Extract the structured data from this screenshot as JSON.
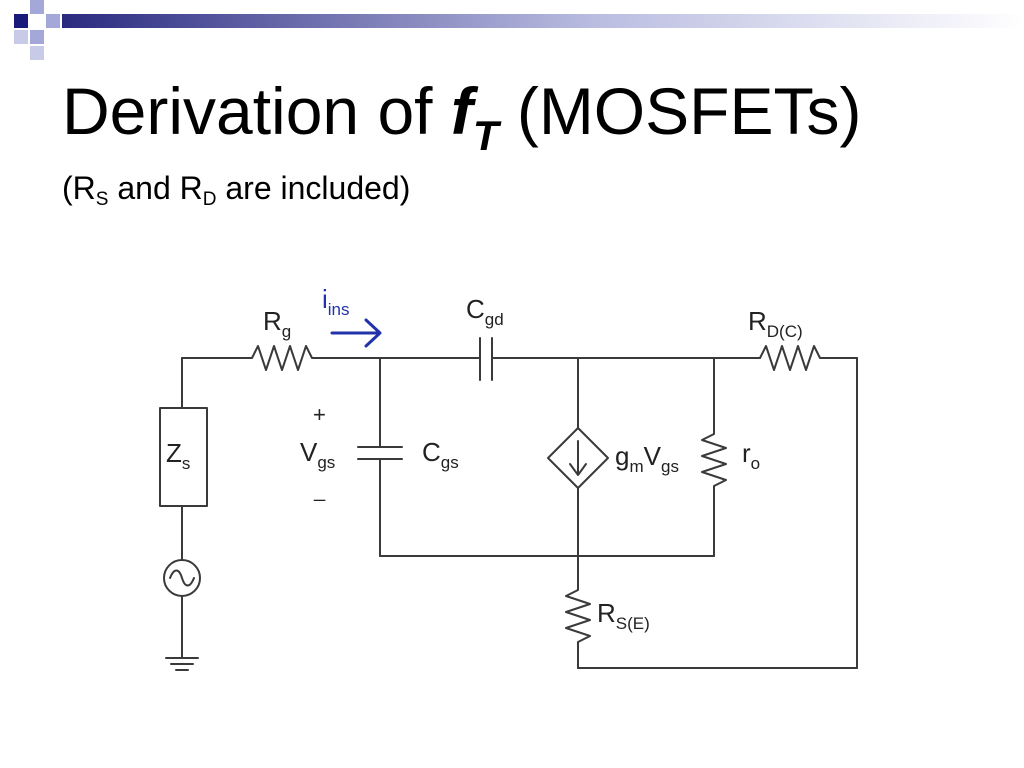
{
  "slide": {
    "title_main": "Derivation of ",
    "title_f": "f",
    "title_T": "T",
    "title_rest": " (MOSFETs)",
    "subtitle_open": "(R",
    "subtitle_S": "S",
    "subtitle_mid": " and R",
    "subtitle_D": "D",
    "subtitle_close": " are included)"
  },
  "circuit": {
    "Rg": {
      "main": "R",
      "sub": "g"
    },
    "iins": {
      "main": "i",
      "sub": "ins"
    },
    "Cgd": {
      "main": "C",
      "sub": "gd"
    },
    "RDC": {
      "main": "R",
      "sub": "D(C)"
    },
    "Zs": {
      "main": "Z",
      "sub": "s"
    },
    "plus": "+",
    "minus": "_",
    "Vgs": {
      "main": "V",
      "sub": "gs"
    },
    "Cgs": {
      "main": "C",
      "sub": "gs"
    },
    "gm": {
      "main": "g",
      "sub": "m"
    },
    "gmV": {
      "main": "V",
      "sub": "gs"
    },
    "ro": {
      "main": "r",
      "sub": "o"
    },
    "RSE": {
      "main": "R",
      "sub": "S(E)"
    }
  },
  "colors": {
    "wire": "#3a3a3a",
    "arrow": "#2233aa",
    "decor_navy": "#1a1a7a",
    "decor_light": "#a3a8d8",
    "decor_gradient_start": "#2a2a80",
    "decor_gradient_end": "#ffffff"
  }
}
